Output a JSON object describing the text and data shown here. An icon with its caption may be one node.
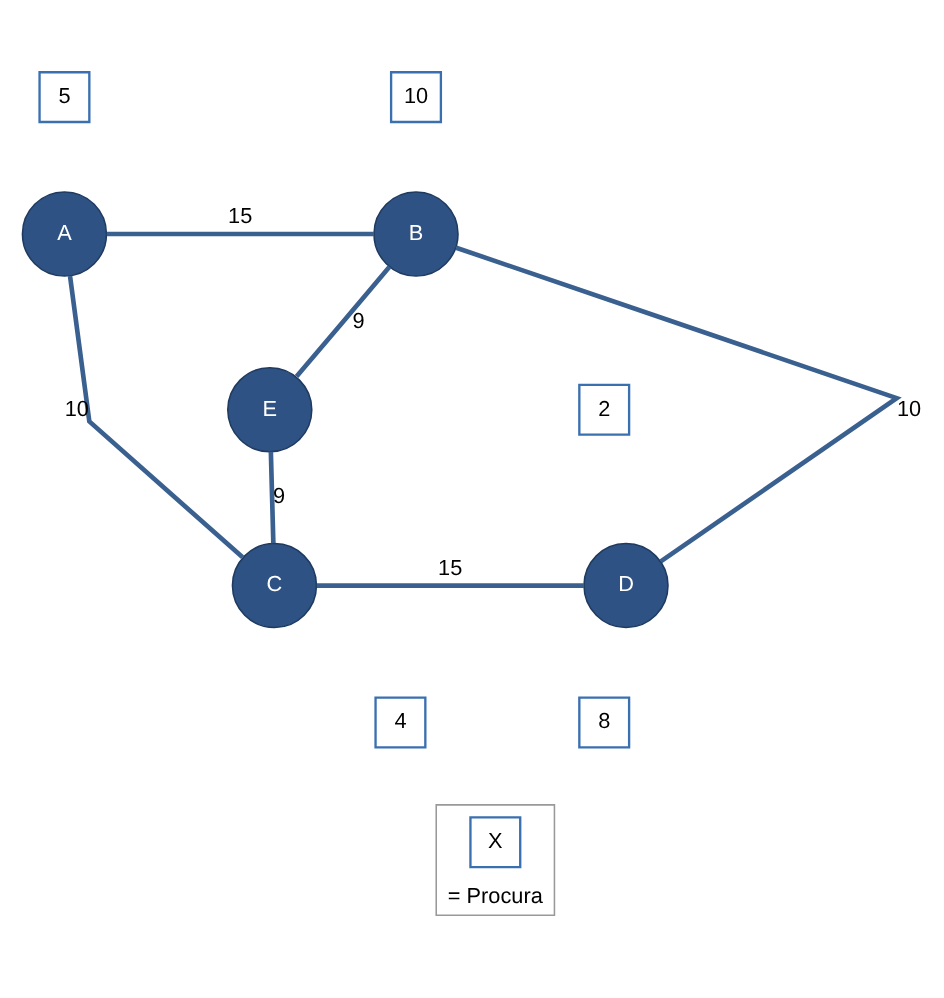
{
  "diagram": {
    "nodes": [
      {
        "text": [
          "5"
        ]
      },
      {
        "text": [
          "10"
        ]
      },
      {
        "text": [
          "A"
        ]
      },
      {
        "text": [
          "B"
        ]
      },
      {
        "text": [
          "E"
        ]
      },
      {
        "text": [
          "2"
        ]
      },
      {
        "text": [
          "C"
        ]
      },
      {
        "text": [
          "D"
        ]
      },
      {
        "text": [
          "4"
        ]
      },
      {
        "text": [
          "8"
        ]
      },
      {
        "text": [
          "= Procura"
        ]
      },
      {
        "text": [
          "X"
        ],
        "in": 10
      }
    ],
    "edges": [
      {
        "from": 2,
        "to": 3,
        "arrow": "none",
        "label": "15"
      },
      {
        "from": 2,
        "to": 6,
        "arrow": "none",
        "label": "10"
      },
      {
        "from": 3,
        "to": 4,
        "arrow": "none",
        "label": "9"
      },
      {
        "from": 3,
        "to": 7,
        "arrow": "none",
        "label": "10"
      },
      {
        "from": 4,
        "to": 6,
        "arrow": "none",
        "label": "9"
      },
      {
        "from": 6,
        "to": 7,
        "arrow": "none",
        "label": "15"
      }
    ]
  }
}
